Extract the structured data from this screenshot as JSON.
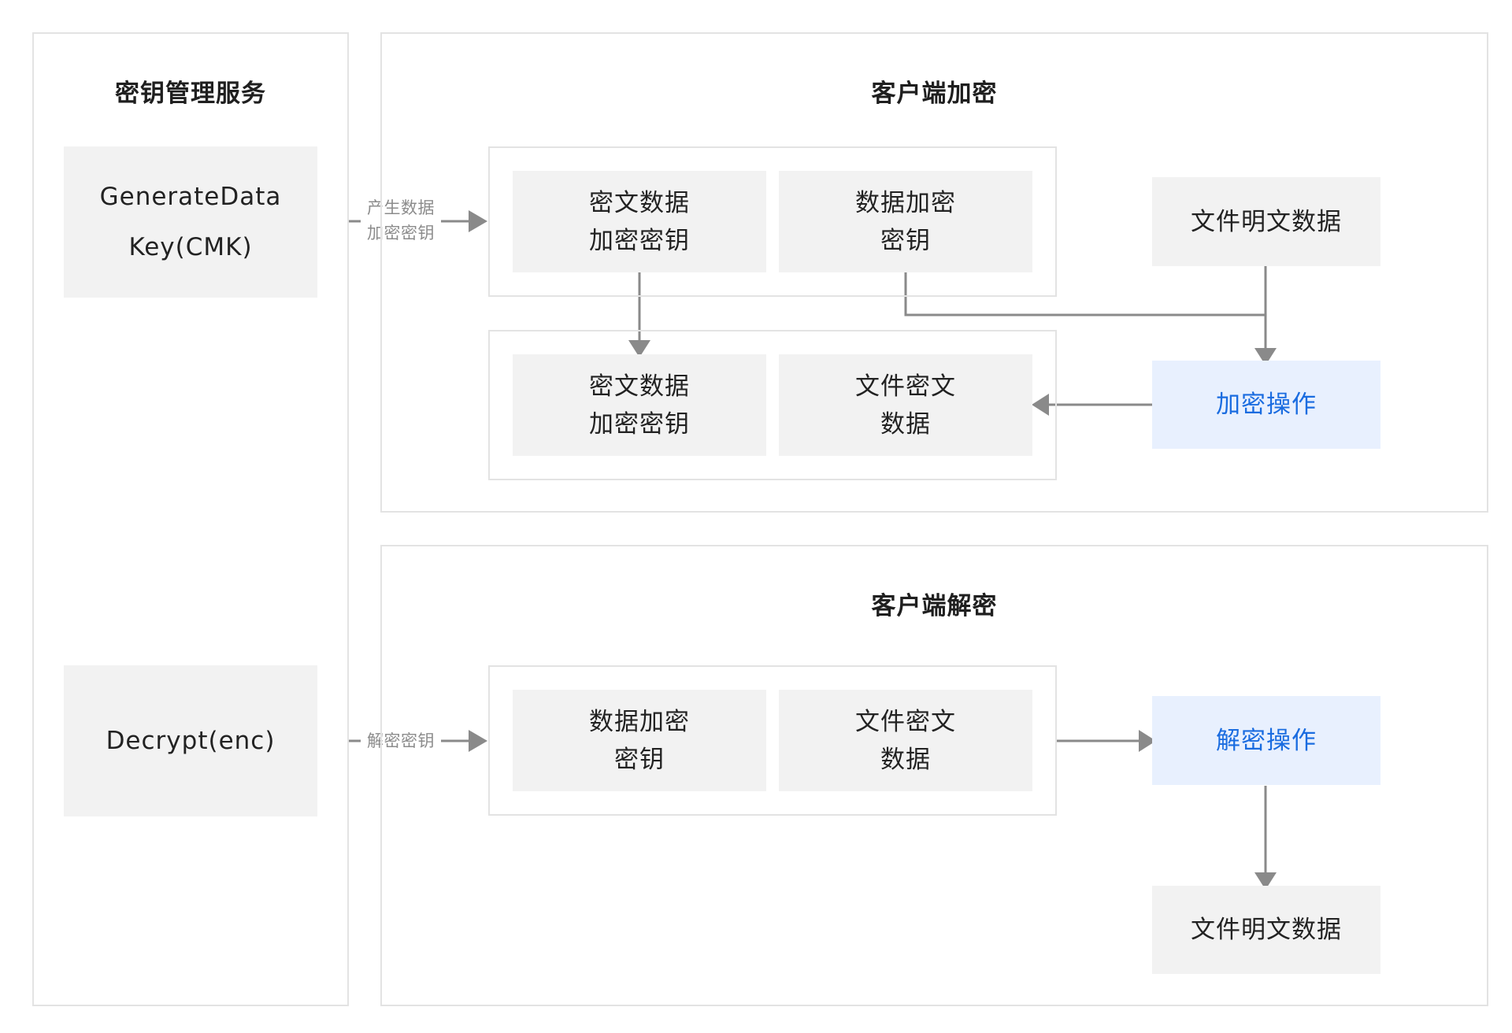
{
  "kms": {
    "title": "密钥管理服务",
    "generate": {
      "line1": "GenerateData",
      "line2": "Key(CMK)"
    },
    "decrypt": {
      "label": "Decrypt(enc)"
    }
  },
  "edges": {
    "generate_label": {
      "line1": "产生数据",
      "line2": "加密密钥"
    },
    "decrypt_label": "解密密钥"
  },
  "encrypt": {
    "title": "客户端加密",
    "top_group": {
      "cipher_key": {
        "line1": "密文数据",
        "line2": "加密密钥"
      },
      "data_key": {
        "line1": "数据加密",
        "line2": "密钥"
      }
    },
    "plaintext": "文件明文数据",
    "bottom_group": {
      "cipher_key": {
        "line1": "密文数据",
        "line2": "加密密钥"
      },
      "cipher_file": {
        "line1": "文件密文",
        "line2": "数据"
      }
    },
    "operation": "加密操作"
  },
  "decrypt": {
    "title": "客户端解密",
    "group": {
      "data_key": {
        "line1": "数据加密",
        "line2": "密钥"
      },
      "cipher_file": {
        "line1": "文件密文",
        "line2": "数据"
      }
    },
    "operation": "解密操作",
    "plaintext": "文件明文数据"
  },
  "colors": {
    "panel_border": "#e3e3e3",
    "box_fill": "#f2f2f2",
    "highlight_fill": "#e8f0fe",
    "highlight_text": "#1a6ce0",
    "arrow": "#8a8a8a",
    "label_text": "#8c8c8c"
  }
}
